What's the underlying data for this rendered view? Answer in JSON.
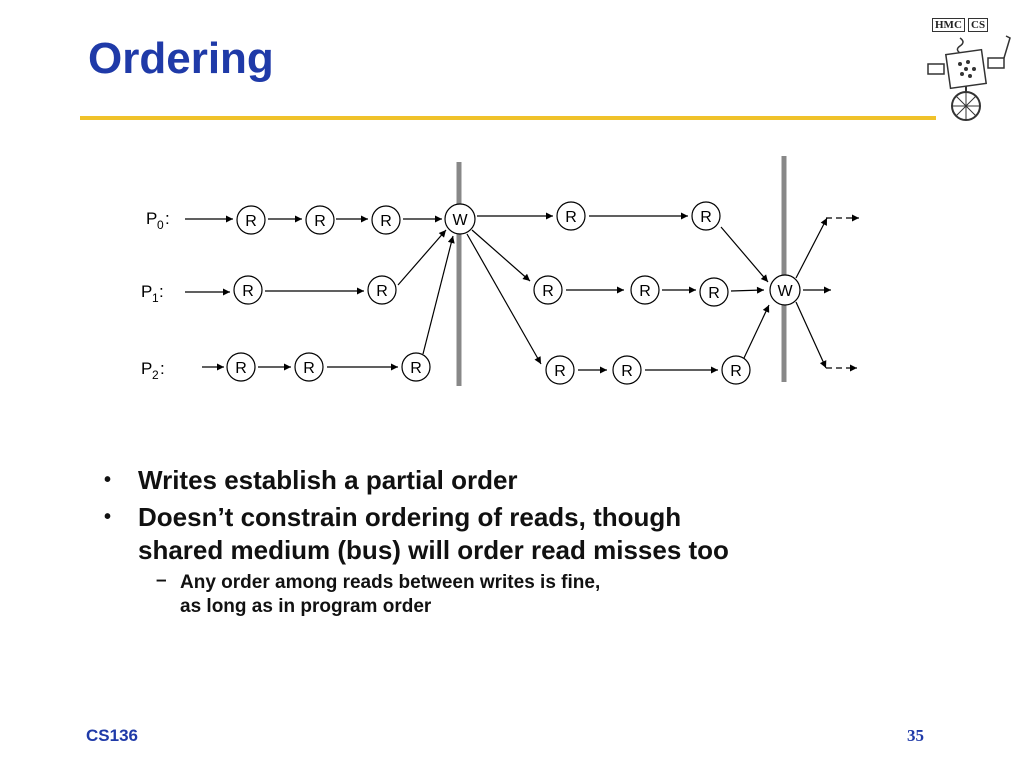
{
  "slide": {
    "title": "Ordering",
    "footer_course": "CS136",
    "page_number": "35"
  },
  "logo": {
    "label_left": "HMC",
    "label_right": "CS",
    "icon": "hmc-cs-unicycle-robot-logo"
  },
  "diagram": {
    "processor_labels": [
      {
        "base": "P",
        "sub": "0",
        "suffix": ":"
      },
      {
        "base": "P",
        "sub": "1",
        "suffix": ":"
      },
      {
        "base": "P",
        "sub": "2",
        "suffix": ":"
      }
    ],
    "read_label": "R",
    "write_label": "W"
  },
  "bullets": [
    {
      "text": "Writes establish a partial order",
      "marker": "•"
    },
    {
      "text": "Doesn’t constrain ordering of reads, though shared medium (bus) will order read misses too",
      "line1": "Doesn’t constrain ordering of reads, though",
      "line2": "shared medium (bus) will order read misses too",
      "marker": "•"
    }
  ],
  "sub_bullets": [
    {
      "marker": "–",
      "line1": "Any order among reads between writes is fine,",
      "line2": "as long as in program order"
    }
  ],
  "colors": {
    "title": "#1f3aa8",
    "rule": "#f0c22a",
    "barrier": "#888888",
    "text": "#111111"
  }
}
